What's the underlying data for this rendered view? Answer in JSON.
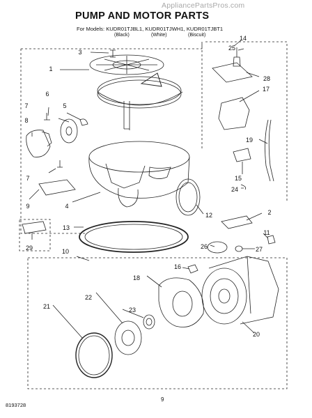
{
  "watermark": "AppliancePartsPros.com",
  "title": "PUMP AND MOTOR PARTS",
  "models_line": "For Models: KUDR01TJBL1, KUDR01TJWH1, KUDR01TJBT1",
  "variants": [
    "(Black)",
    "(White)",
    "(Biscuit)"
  ],
  "callouts": [
    "1",
    "2",
    "3",
    "4",
    "5",
    "6",
    "7",
    "7",
    "8",
    "9",
    "10",
    "11",
    "12",
    "13",
    "14",
    "15",
    "16",
    "17",
    "18",
    "19",
    "20",
    "21",
    "22",
    "23",
    "24",
    "25",
    "26",
    "27",
    "28",
    "29"
  ],
  "doc_number": "8193728",
  "page_number": "9"
}
